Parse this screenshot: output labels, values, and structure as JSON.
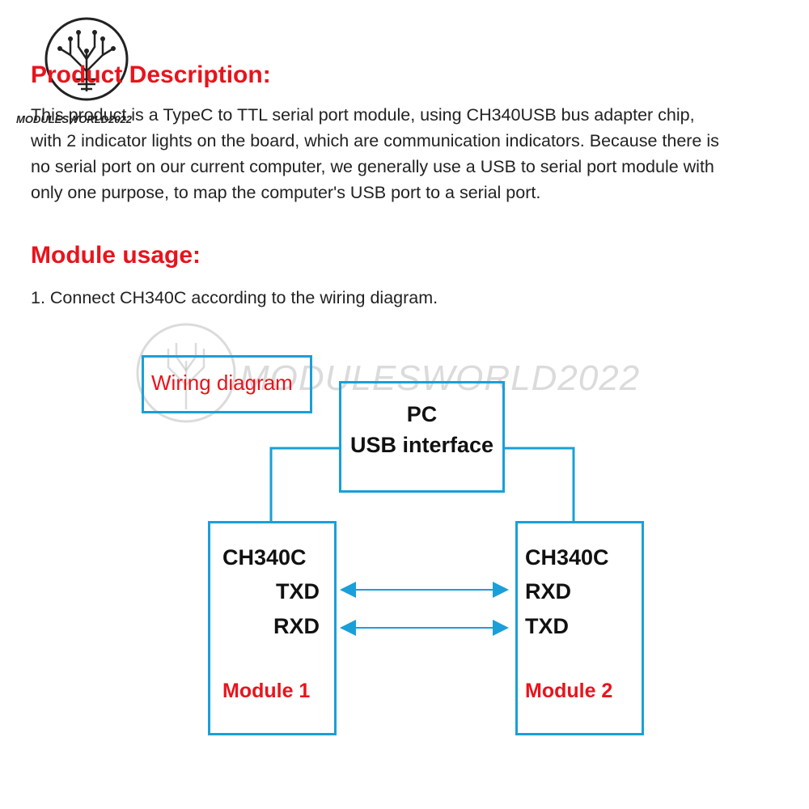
{
  "logo": {
    "text": "MODULESWORLD2022"
  },
  "watermark": {
    "text": "MODULESWORLD2022"
  },
  "description": {
    "heading": "Product Description:",
    "lines": [
      "This product is a TypeC to TTL serial port module, using CH340USB bus adapter chip,",
      "with 2 indicator lights on the board, which are communication indicators. Because there is",
      "no serial port on our current computer, we generally use a USB to serial port module with",
      "only one purpose, to map the computer's USB port to a serial port."
    ]
  },
  "usage": {
    "heading": "Module usage:",
    "step1": "1. Connect CH340C according to the wiring diagram."
  },
  "diagram": {
    "title": "Wiring diagram",
    "pc": {
      "line1": "PC",
      "line2": "USB interface"
    },
    "module1": {
      "chip": "CH340C",
      "pin1": "TXD",
      "pin2": "RXD",
      "name": "Module 1"
    },
    "module2": {
      "chip": "CH340C",
      "pin1": "RXD",
      "pin2": "TXD",
      "name": "Module 2"
    },
    "colors": {
      "line": "#1a9fd9",
      "accent": "#e8141c"
    }
  }
}
